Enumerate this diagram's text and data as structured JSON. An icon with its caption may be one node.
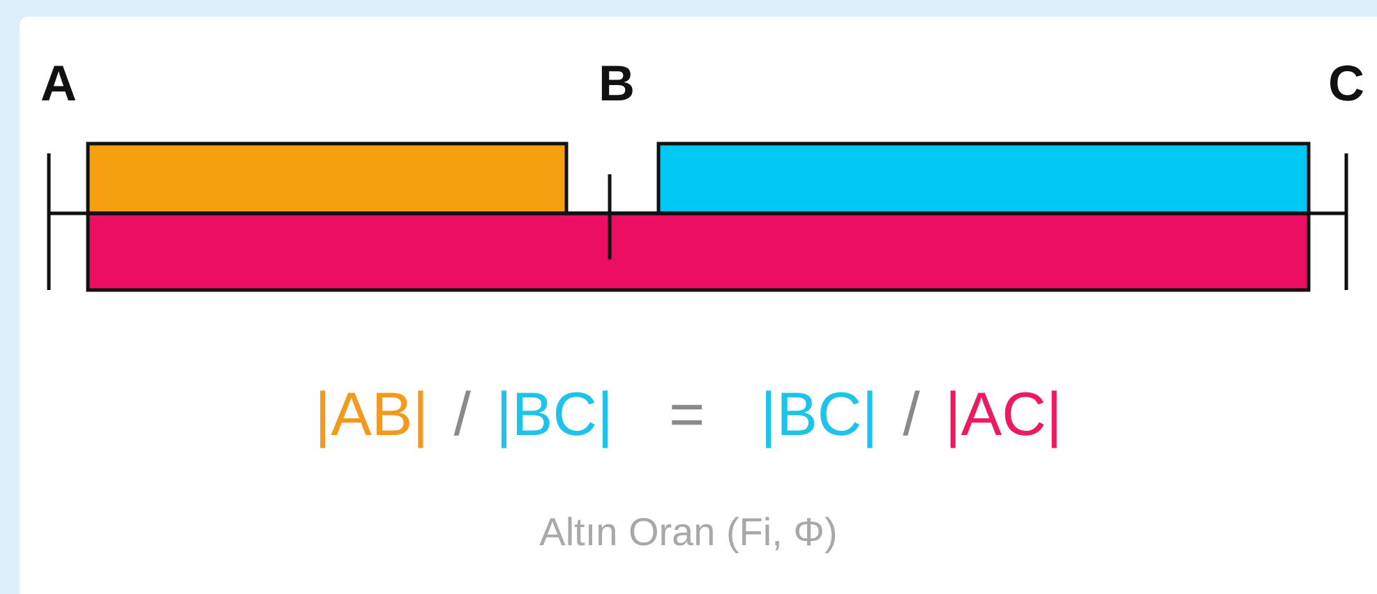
{
  "diagram": {
    "caption": "Altın Oran (Fi, Φ)",
    "labels": [
      "A",
      "B",
      "C",
      "|AB|",
      "/",
      "|BC|",
      "=",
      "|BC|",
      "/",
      "|AC|"
    ]
  }
}
